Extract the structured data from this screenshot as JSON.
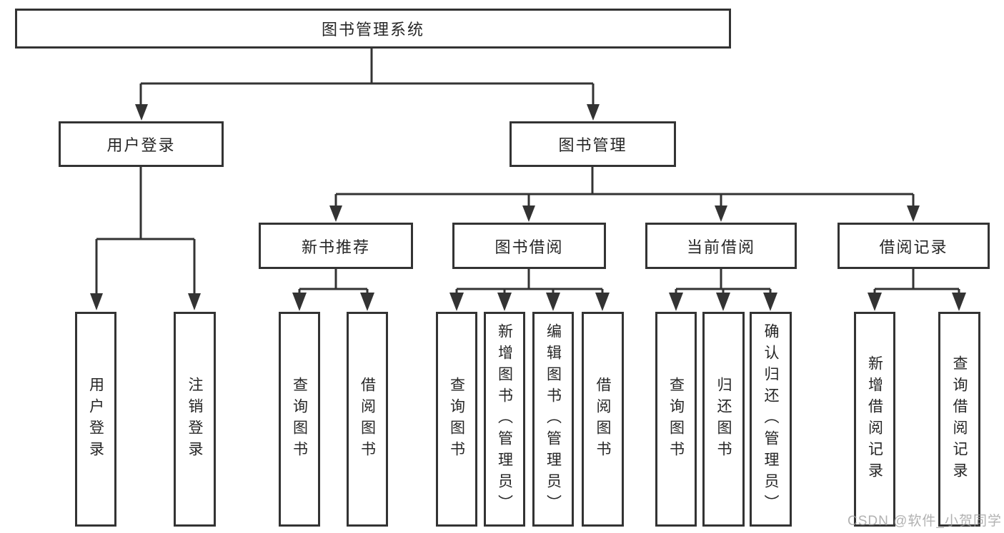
{
  "colors": {
    "background": "#ffffff",
    "line": "#333333",
    "box_border": "#333333",
    "text": "#262626",
    "watermark": "#9e9e9e"
  },
  "watermark": {
    "text": "CSDN @软件_小贺同学"
  },
  "tree": {
    "label": "图书管理系统",
    "children": [
      {
        "label": "用户登录",
        "children": [
          {
            "label": "用户登录"
          },
          {
            "label": "注销登录"
          }
        ]
      },
      {
        "label": "图书管理",
        "children": [
          {
            "label": "新书推荐",
            "children": [
              {
                "label": "查询图书"
              },
              {
                "label": "借阅图书"
              }
            ]
          },
          {
            "label": "图书借阅",
            "children": [
              {
                "label": "查询图书"
              },
              {
                "label": "新增图书（管理员）"
              },
              {
                "label": "编辑图书（管理员）"
              },
              {
                "label": "借阅图书"
              }
            ]
          },
          {
            "label": "当前借阅",
            "children": [
              {
                "label": "查询图书"
              },
              {
                "label": "归还图书"
              },
              {
                "label": "确认归还（管理员）"
              }
            ]
          },
          {
            "label": "借阅记录",
            "children": [
              {
                "label": "新增借阅记录"
              },
              {
                "label": "查询借阅记录"
              }
            ]
          }
        ]
      }
    ]
  }
}
